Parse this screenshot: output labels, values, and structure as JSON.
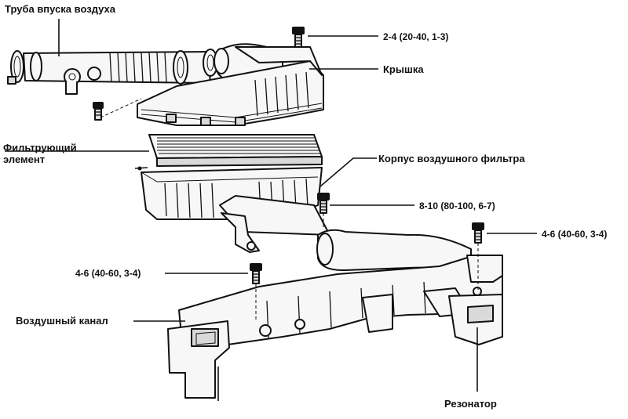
{
  "labels": {
    "intake_pipe": "Труба впуска воздуха",
    "cover": "Крышка",
    "filter_element_line1": "Фильтрующий",
    "filter_element_line2": "элемент",
    "filter_housing": "Корпус воздушного фильтра",
    "air_duct": "Воздушный канал",
    "resonator": "Резонатор"
  },
  "torque_specs": {
    "cover_bolt": "2-4 (20-40, 1-3)",
    "housing_bolt": "8-10 (80-100, 6-7)",
    "resonator_bolt": "4-6 (40-60, 3-4)",
    "duct_bolt": "4-6 (40-60, 3-4)"
  }
}
